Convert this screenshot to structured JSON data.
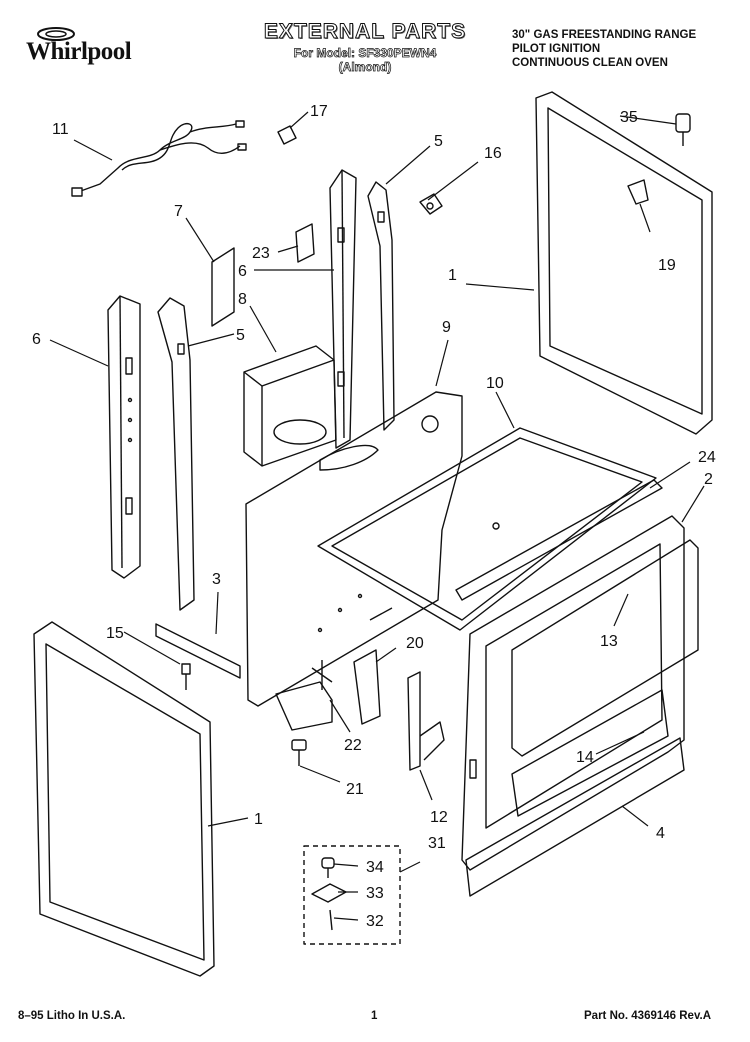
{
  "header": {
    "brand": "Whirlpool",
    "title": "EXTERNAL PARTS",
    "model_line": "For Model: SF330PEWN4",
    "color_line": "(Almond)",
    "description": [
      "30\" GAS FREESTANDING RANGE",
      "PILOT IGNITION",
      "CONTINUOUS CLEAN OVEN"
    ]
  },
  "footer": {
    "left": "8–95 Litho In U.S.A.",
    "center": "1",
    "right": "Part No. 4369146 Rev.A"
  },
  "callouts": [
    "11",
    "17",
    "5",
    "16",
    "35",
    "7",
    "23",
    "6",
    "8",
    "19",
    "1",
    "6",
    "5",
    "9",
    "10",
    "24",
    "2",
    "3",
    "13",
    "15",
    "20",
    "14",
    "22",
    "21",
    "12",
    "4",
    "1",
    "31",
    "34",
    "33",
    "32"
  ]
}
